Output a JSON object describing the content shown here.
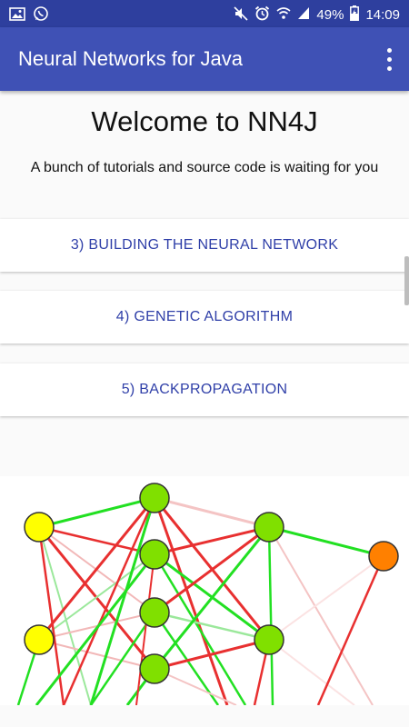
{
  "status_bar": {
    "left_icons": [
      "image-icon",
      "whatsapp-icon"
    ],
    "right_icons": [
      "mute-icon",
      "alarm-icon",
      "wifi-icon",
      "signal-icon",
      "battery-charging-icon"
    ],
    "battery_percent": "49%",
    "time": "14:09"
  },
  "app_bar": {
    "title": "Neural Networks for Java",
    "menu_icon": "more-vert-icon"
  },
  "main": {
    "welcome_title": "Welcome to NN4J",
    "subtitle": "A bunch of tutorials and source code is waiting for you",
    "buttons": [
      {
        "label": "3) BUILDING THE NEURAL NETWORK"
      },
      {
        "label": "4) GENETIC ALGORITHM"
      },
      {
        "label": "5) BACKPROPAGATION"
      }
    ]
  },
  "colors": {
    "primary": "#3f51b5",
    "primary_dark": "#2e3f9e",
    "button_text": "#2f3fa8",
    "input_neuron": "#ffff00",
    "hidden_neuron": "#80e000",
    "output_neuron": "#ff8000",
    "positive_weight": "#22e022",
    "negative_weight": "#e83030"
  }
}
